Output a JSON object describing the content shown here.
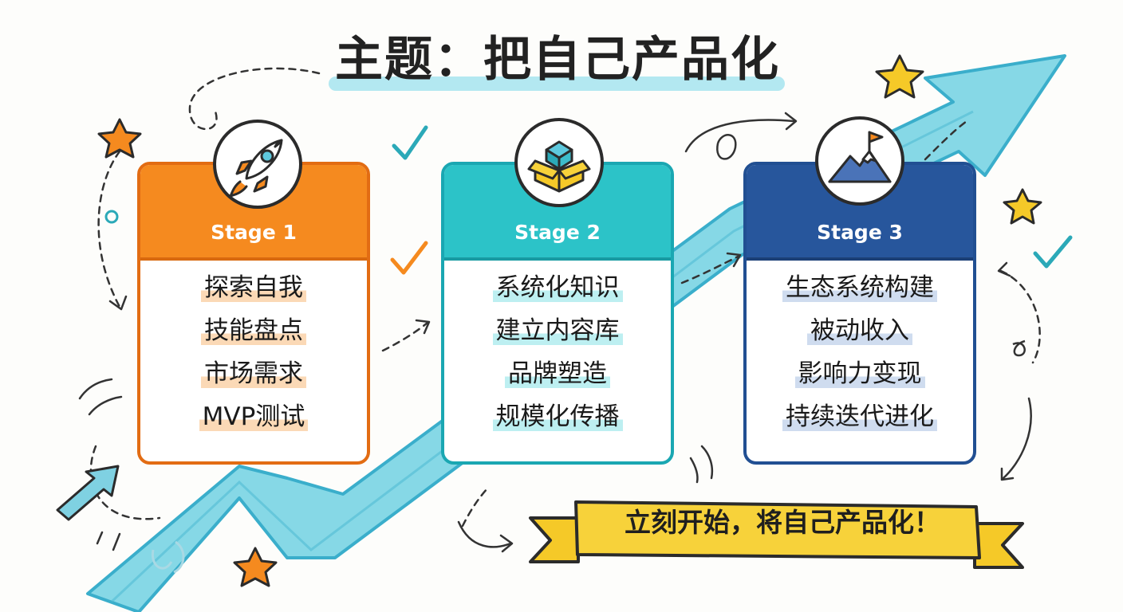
{
  "title": "主题：把自己产品化",
  "stages": [
    {
      "label": "Stage 1",
      "icon": "rocket-icon",
      "color": "#f58a1f",
      "items": [
        "探索自我",
        "技能盘点",
        "市场需求",
        "MVP测试"
      ]
    },
    {
      "label": "Stage 2",
      "icon": "open-box-icon",
      "color": "#2cc3c8",
      "items": [
        "系统化知识",
        "建立内容库",
        "品牌塑造",
        "规模化传播"
      ]
    },
    {
      "label": "Stage 3",
      "icon": "mountain-flag-icon",
      "color": "#27569c",
      "items": [
        "生态系统构建",
        "被动收入",
        "影响力变现",
        "持续迭代进化"
      ]
    }
  ],
  "banner": "立刻开始，将自己产品化！",
  "colors": {
    "arrow": "#5ec9de",
    "star": "#f5c928",
    "accent_orange": "#f58a1f",
    "accent_teal": "#2cc3c8",
    "accent_navy": "#27569c"
  }
}
